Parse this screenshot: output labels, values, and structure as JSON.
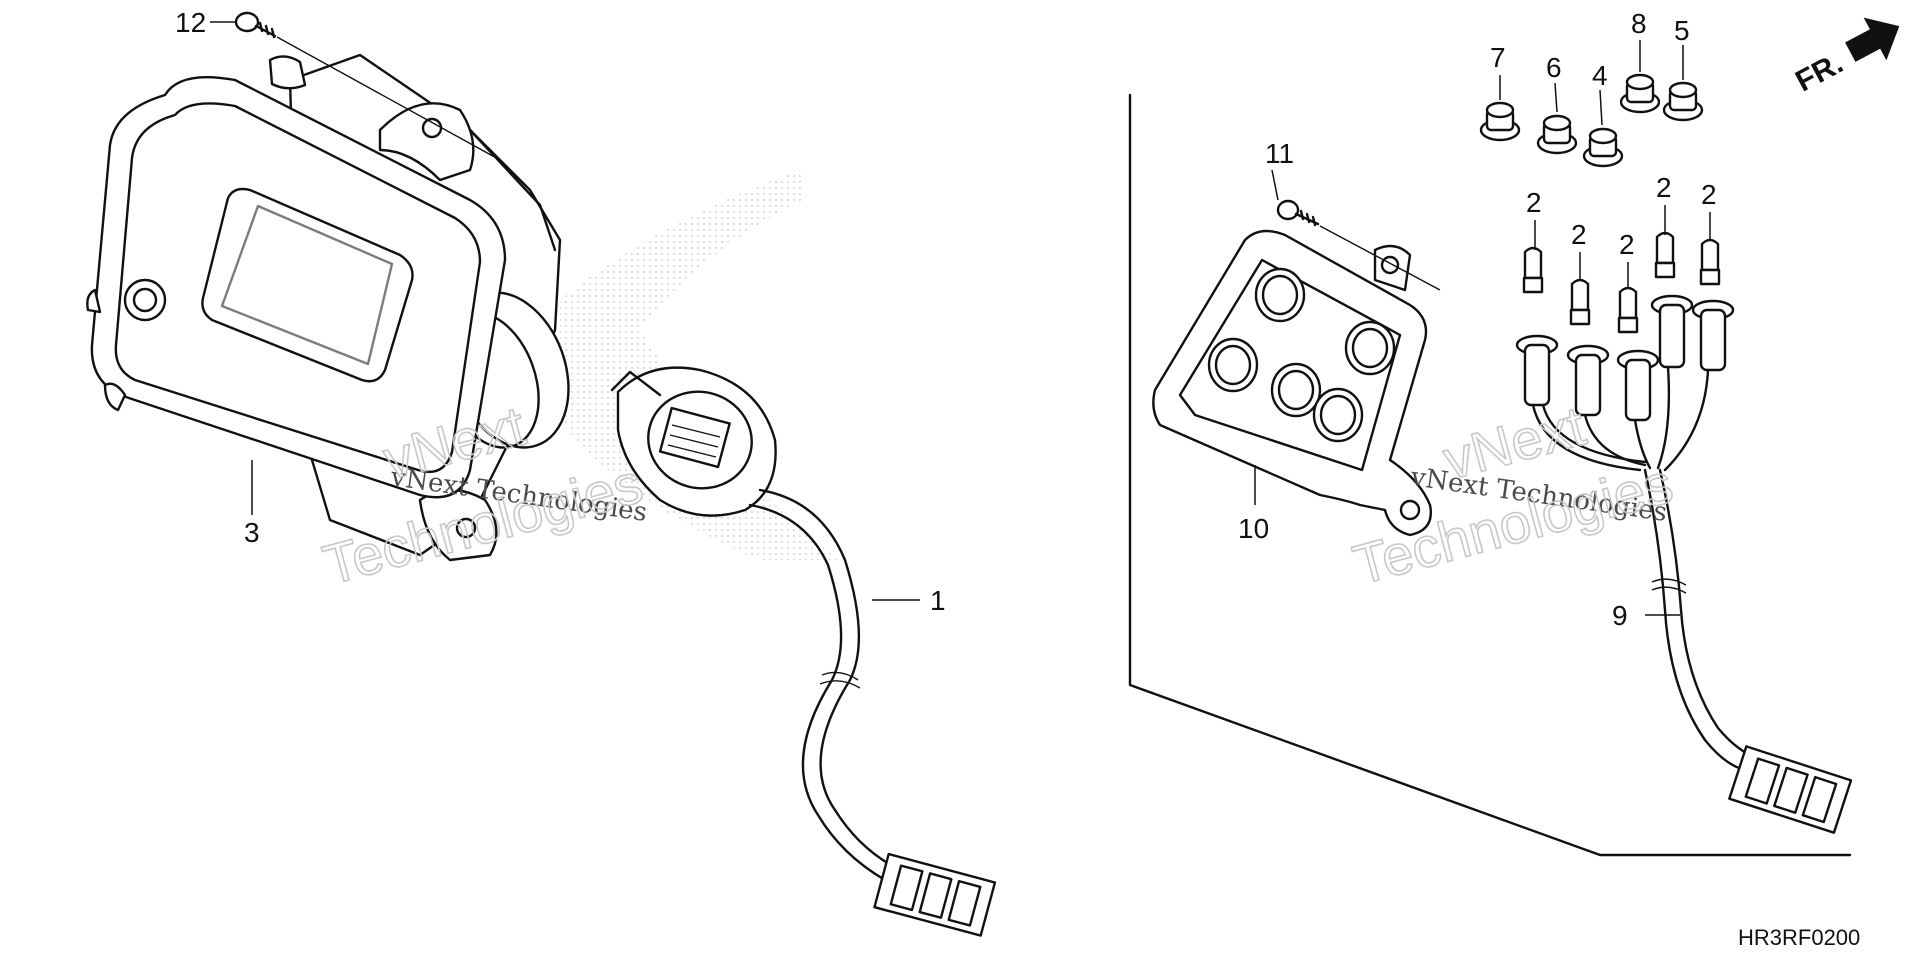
{
  "callouts": {
    "c1": "1",
    "c2a": "2",
    "c2b": "2",
    "c2c": "2",
    "c2d": "2",
    "c2e": "2",
    "c3": "3",
    "c4": "4",
    "c5": "5",
    "c6": "6",
    "c7": "7",
    "c8": "8",
    "c9": "9",
    "c10": "10",
    "c11": "11",
    "c12": "12"
  },
  "direction_label": "FR.",
  "diagram_code": "HR3RF0200",
  "watermark": {
    "small": "vNext Technologies",
    "big_line1": "vNext",
    "big_line2": "Technologies"
  },
  "icons": {
    "direction_arrow": "arrow-right-icon"
  }
}
